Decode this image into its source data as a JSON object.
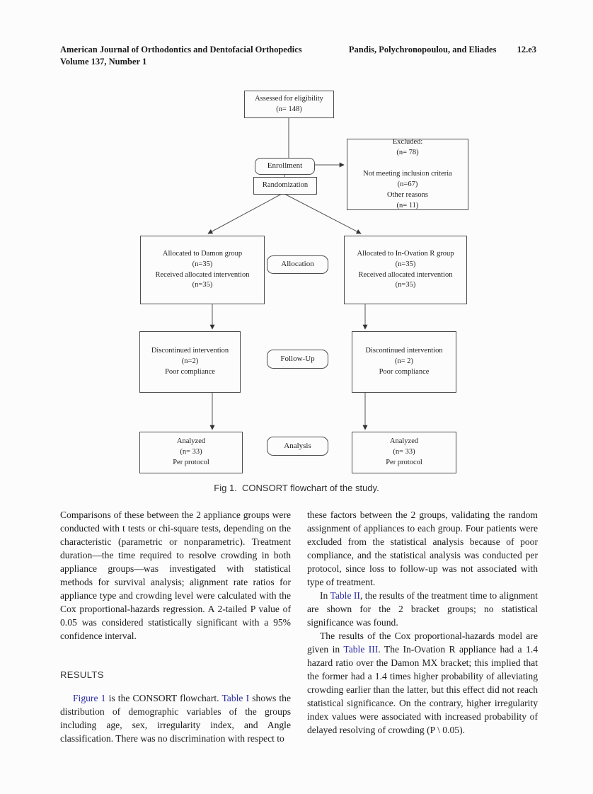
{
  "header": {
    "journal": "American Journal of Orthodontics and Dentofacial Orthopedics",
    "volume": "Volume 137, Number 1",
    "authors": "Pandis, Polychronopoulou, and Eliades",
    "page_number": "12.e3"
  },
  "flowchart": {
    "assessed": "Assessed for eligibility\n(n= 148)",
    "enrollment": "Enrollment",
    "randomization": "Randomization",
    "excluded": "Excluded:\n(n= 78)\n\nNot meeting inclusion criteria\n(n=67)\nOther reasons\n(n= 11)",
    "allocated_damon": "Allocated to Damon group\n(n=35)\nReceived allocated intervention\n(n=35)",
    "allocation_label": "Allocation",
    "allocated_inovation": "Allocated to In-Ovation R group\n(n=35)\nReceived allocated intervention\n(n=35)",
    "discontinued_left": "Discontinued intervention\n(n=2)\nPoor compliance",
    "followup_label": "Follow-Up",
    "discontinued_right": "Discontinued intervention\n(n= 2)\nPoor compliance",
    "analyzed_left": "Analyzed\n(n= 33)\nPer protocol",
    "analysis_label": "Analysis",
    "analyzed_right": "Analyzed\n(n= 33)\nPer protocol"
  },
  "figure_caption": {
    "label": "Fig 1.",
    "text": "CONSORT flowchart of the study."
  },
  "body": {
    "left_column": {
      "paragraph_1": "Comparisons of these between the 2 appliance groups were conducted with t tests or chi-square tests, depending on the characteristic (parametric or nonparametric). Treatment duration—the time required to resolve crowding in both appliance groups—was investigated with statistical methods for survival analysis; alignment rate ratios for appliance type and crowding level were calculated with the Cox proportional-hazards regression. A 2-tailed P value of 0.05 was considered statistically significant with a 95% confidence interval.",
      "results_heading": "RESULTS",
      "paragraph_2": [
        {
          "t": "Figure 1",
          "link": true
        },
        {
          "t": " is the CONSORT flowchart. "
        },
        {
          "t": "Table I",
          "link": true
        },
        {
          "t": " shows the distribution of demographic variables of the groups including age, sex, irregularity index, and Angle classification. There was no discrimination with respect to"
        }
      ]
    },
    "right_column": {
      "paragraph_1": "these factors between the 2 groups, validating the random assignment of appliances to each group. Four patients were excluded from the statistical analysis because of poor compliance, and the statistical analysis was conducted per protocol, since loss to follow-up was not associated with type of treatment.",
      "paragraph_2": [
        {
          "t": "In "
        },
        {
          "t": "Table II",
          "link": true
        },
        {
          "t": ", the results of the treatment time to alignment are shown for the 2 bracket groups; no statistical significance was found."
        }
      ],
      "paragraph_3": [
        {
          "t": "The results of the Cox proportional-hazards model are given in "
        },
        {
          "t": "Table III",
          "link": true
        },
        {
          "t": ". The In-Ovation R appliance had a 1.4 hazard ratio over the Damon MX bracket; this implied that the former had a 1.4 times higher probability of alleviating crowding earlier than the latter, but this effect did not reach statistical significance. On the contrary, higher irregularity index values were associated with increased probability of delayed resolving of crowding (P \\ 0.05)."
        }
      ]
    }
  },
  "colors": {
    "link": "#2b2ba0",
    "text": "#1b1b1b",
    "box_border": "#4d4d4d"
  }
}
